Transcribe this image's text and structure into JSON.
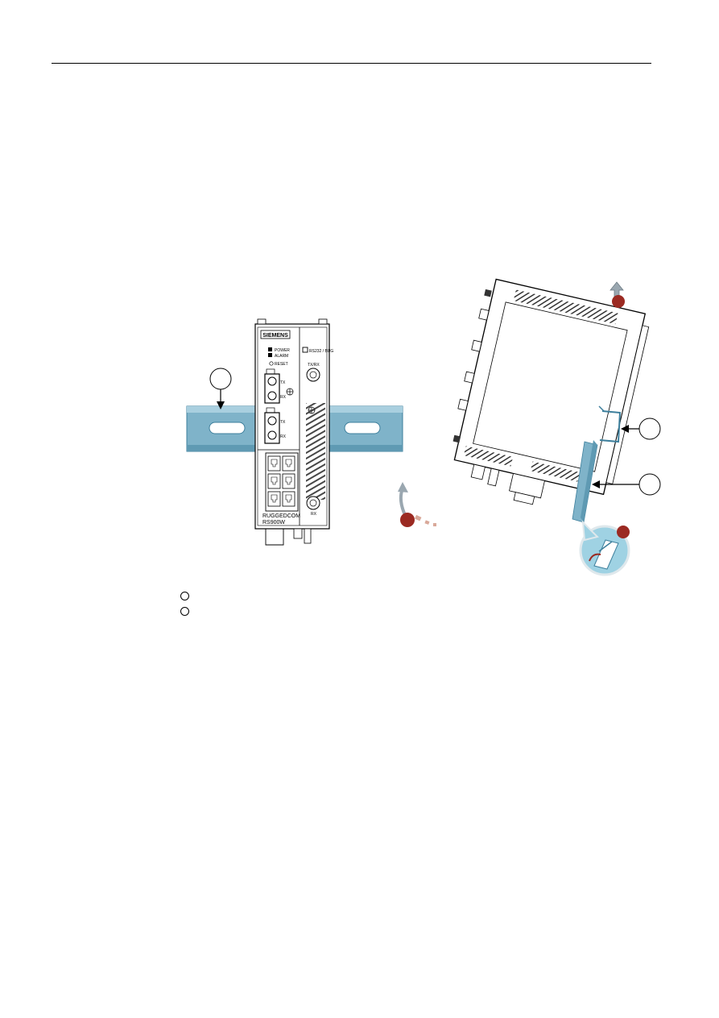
{
  "header": {
    "rule": true
  },
  "figure": {
    "device": {
      "brand": "SIEMENS",
      "led_labels": [
        "POWER",
        "ALARM"
      ],
      "reset_label": "RESET",
      "debug_label": "RS232 / BUG",
      "txrx_label": "TX/RX",
      "port_tx_label": "TX",
      "port_rx_label": "RX",
      "bottom_rx_label": "RX",
      "model_line_1": "RUGGEDCOM",
      "model_line_2": "RS900W"
    },
    "callouts": [
      {
        "id": "callout-din-rail-front",
        "label": ""
      },
      {
        "id": "callout-clip-bracket",
        "label": ""
      },
      {
        "id": "callout-rail-edge",
        "label": ""
      }
    ],
    "steps": [
      {
        "id": "step-lift-up",
        "color": "#9b2a22"
      },
      {
        "id": "step-rotate",
        "color": "#9b2a22"
      },
      {
        "id": "step-detail",
        "color": "#9b2a22"
      }
    ],
    "colors": {
      "rail": "#7fb3c9",
      "rail_dark": "#3d7f9c",
      "step_marker": "#9b2a22",
      "arrow_gray": "#9aa7b0"
    }
  },
  "legend": {
    "items": [
      "",
      ""
    ]
  }
}
